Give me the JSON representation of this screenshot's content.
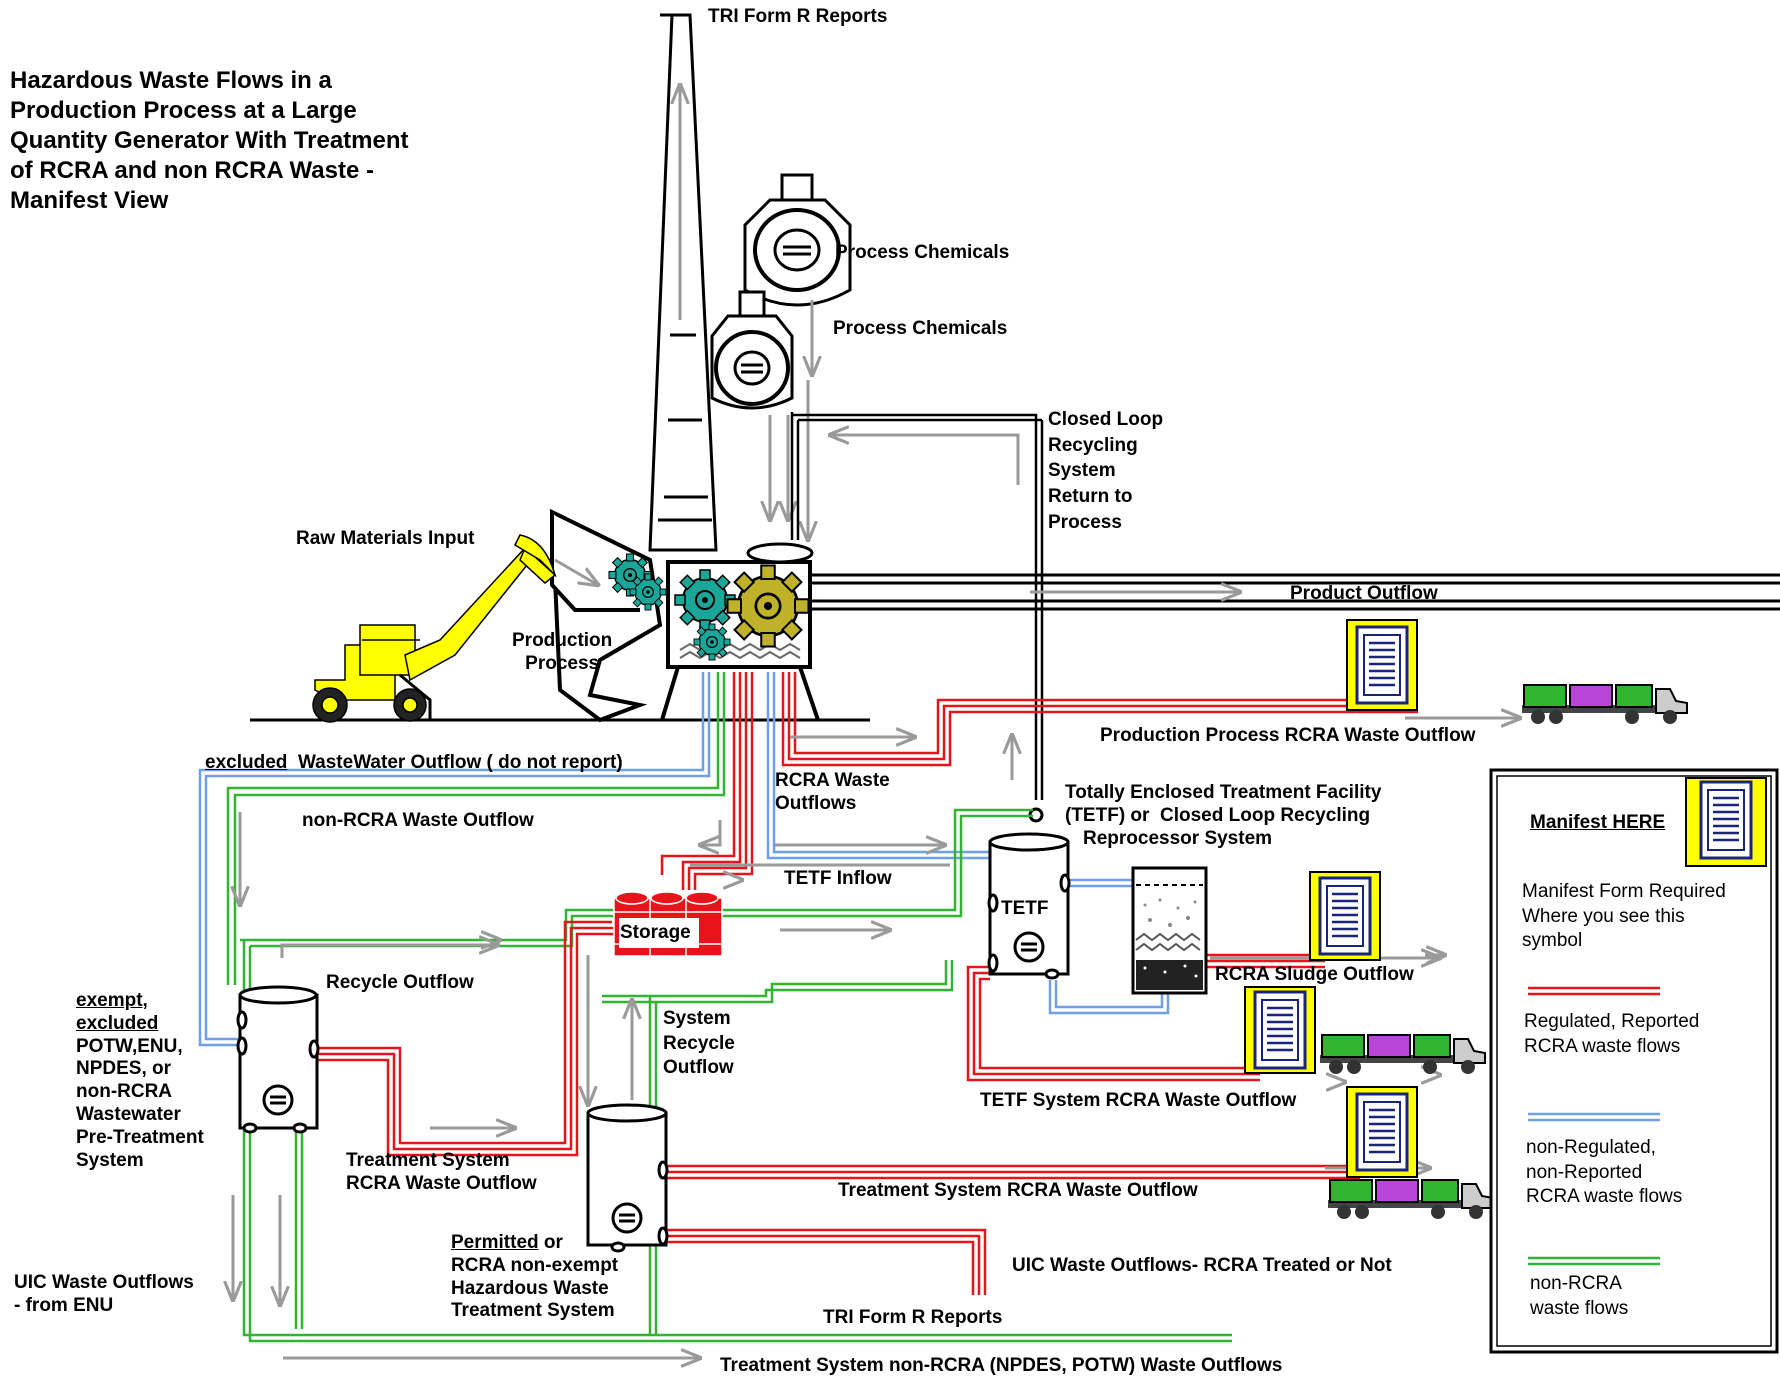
{
  "title_lines": [
    "Hazardous Waste Flows in a",
    "Production Process at a Large",
    "Quantity Generator With Treatment",
    "of RCRA and non RCRA Waste -",
    "Manifest View"
  ],
  "labels": {
    "tri_top": "TRI Form R Reports",
    "process_chem_1": "Process Chemicals",
    "process_chem_2": "Process Chemicals",
    "closed_loop_return": [
      "Closed Loop",
      "Recycling",
      "System",
      "Return to",
      "Process"
    ],
    "raw_materials": "Raw Materials Input",
    "production_process": [
      "Production",
      "Process"
    ],
    "product_outflow": "Product Outflow",
    "production_rcra_outflow": "Production Process RCRA Waste Outflow",
    "excluded": "excluded",
    "wastewater_outflow": "WasteWater Outflow ( do not report)",
    "non_rcra_outflow": "non-RCRA Waste Outflow",
    "rcra_waste_outflows": [
      "RCRA Waste",
      "Outflows"
    ],
    "tetf_title": [
      "Totally Enclosed Treatment Facility",
      "(TETF) or",
      "Closed Loop Recycling",
      "Reprocessor System"
    ],
    "tetf_inflow": "TETF Inflow",
    "storage": "Storage",
    "tetf": "TETF",
    "recycle_outflow": "Recycle Outflow",
    "rcra_sludge_outflow": "RCRA Sludge Outflow",
    "exempt": "exempt,",
    "excluded2": "excluded",
    "pretreatment": [
      "POTW,ENU,",
      "NPDES, or",
      "non-RCRA",
      "Wastewater",
      "Pre-Treatment",
      "System"
    ],
    "system_recycle": [
      "System",
      "Recycle",
      "Outflow"
    ],
    "tetf_system_rcra": "TETF System RCRA Waste Outflow",
    "treatment_rcra_left": [
      "Treatment System",
      "RCRA Waste Outflow"
    ],
    "treatment_rcra_right": "Treatment System RCRA Waste Outflow",
    "permitted": "Permitted",
    "permitted_rest": " or",
    "hw_treatment": [
      "RCRA non-exempt",
      "Hazardous Waste",
      "Treatment System"
    ],
    "uic_enu": [
      "UIC Waste Outflows",
      "- from ENU"
    ],
    "uic_rcra": "UIC Waste Outflows- RCRA Treated or Not",
    "tri_bottom": "TRI Form R Reports",
    "npdes_outflows": "Treatment System non-RCRA (NPDES, POTW) Waste Outflows"
  },
  "legend": {
    "manifest_here": "Manifest HERE",
    "manifest_note": [
      "Manifest Form Required",
      "Where you see this",
      "symbol"
    ],
    "red": [
      "Regulated, Reported",
      "RCRA waste  flows"
    ],
    "blue": [
      "non-Regulated,",
      "non-Reported",
      "RCRA waste  flows"
    ],
    "green": [
      "non-RCRA",
      "waste  flows"
    ]
  },
  "colors": {
    "rcra_regulated": "#e8141c",
    "non_regulated": "#6f9fe8",
    "non_rcra": "#2fb52f",
    "flow_arrow": "#9a9a9a",
    "manifest_frame": "#ffff00",
    "manifest_doc": "#1a237e",
    "excavator": "#ffff00",
    "gear_teal": "#1aa79a",
    "gear_olive": "#bfb22a"
  }
}
